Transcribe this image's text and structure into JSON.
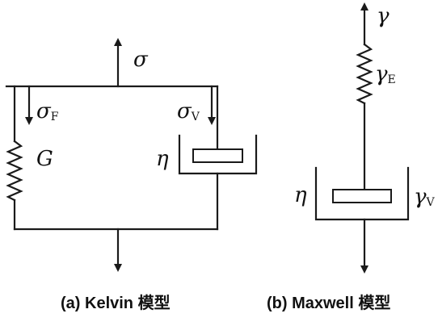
{
  "kelvin": {
    "stress_symbol": "σ",
    "spring_stress": "σ",
    "spring_stress_sub": "F",
    "dashpot_stress": "σ",
    "dashpot_stress_sub": "V",
    "spring_label": "G",
    "dashpot_label": "η",
    "caption": "(a) Kelvin 模型"
  },
  "maxwell": {
    "strain_symbol": "γ",
    "spring_strain": "γ",
    "spring_strain_sub": "E",
    "dashpot_label": "η",
    "dashpot_strain": "γ",
    "dashpot_strain_sub": "V",
    "caption": "(b) Maxwell 模型"
  },
  "colors": {
    "ink": "#1a1a1a",
    "background": "#ffffff"
  }
}
